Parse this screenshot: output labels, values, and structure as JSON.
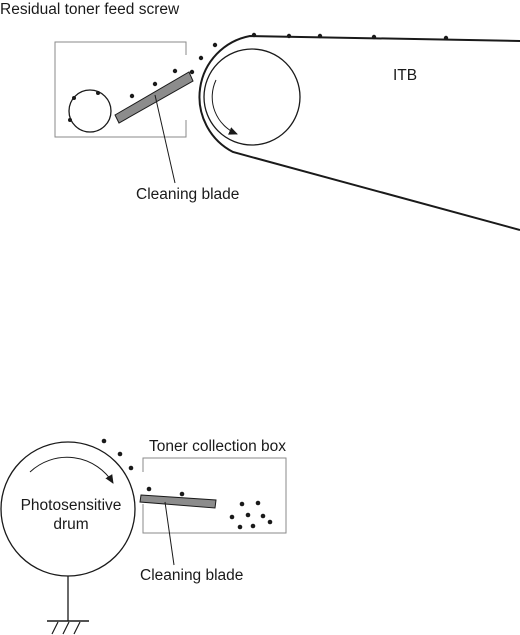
{
  "top": {
    "screw_label": "Residual toner feed screw",
    "blade_label": "Cleaning blade",
    "belt_label": "ITB"
  },
  "bottom": {
    "box_label": "Toner collection box",
    "drum_label_line1": "Photosensitive",
    "drum_label_line2": "drum",
    "blade_label": "Cleaning blade"
  }
}
